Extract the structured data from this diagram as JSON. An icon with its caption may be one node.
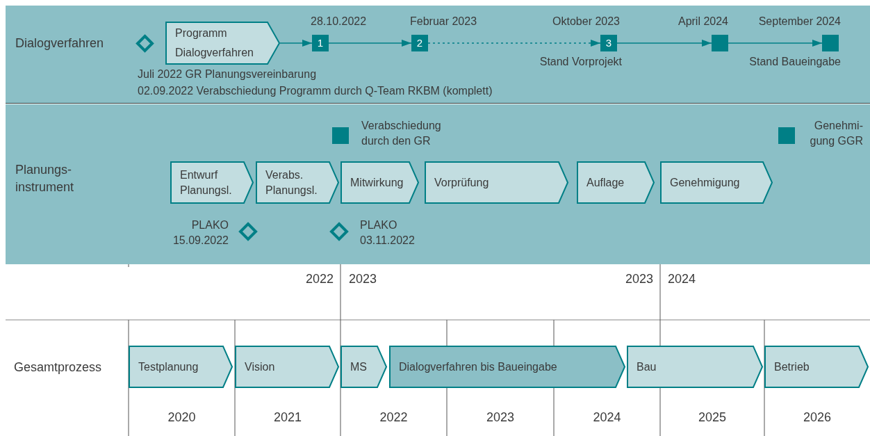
{
  "diagram": {
    "nodes": [
      {
        "text": [
          "Dialogverfahren"
        ]
      },
      {
        "text": [],
        "shape": "diamond",
        "in": 0
      },
      {
        "text": [
          "Programm Dialogverfahren"
        ],
        "in": 0
      },
      {
        "text": [
          "1"
        ],
        "in": 0,
        "beside": [
          "28.10.2022"
        ]
      },
      {
        "text": [
          "2"
        ],
        "in": 0,
        "beside": [
          "Februar 2023"
        ]
      },
      {
        "text": [
          "3"
        ],
        "in": 0,
        "beside": [
          "Oktober 2023",
          "Stand Vorprojekt"
        ]
      },
      {
        "text": [],
        "shape": "box",
        "in": 0,
        "beside": [
          "April 2024"
        ]
      },
      {
        "text": [],
        "shape": "box",
        "in": 0,
        "beside": [
          "September 2024",
          "Stand Baueingabe"
        ]
      },
      {
        "text": [
          "Planungs- instrument"
        ]
      },
      {
        "text": [],
        "shape": "box",
        "in": 8,
        "beside": [
          "Verabschiedung durch den GR"
        ]
      },
      {
        "text": [],
        "shape": "box",
        "in": 8,
        "beside": [
          "Genehmi- gung GGR"
        ]
      },
      {
        "text": [
          "Entwurf Planungsl."
        ],
        "in": 8
      },
      {
        "text": [
          "Verabs. Planungsl."
        ],
        "in": 8
      },
      {
        "text": [
          "Mitwirkung"
        ],
        "in": 8
      },
      {
        "text": [
          "Vorprüfung"
        ],
        "in": 8
      },
      {
        "text": [
          "Auflage"
        ],
        "in": 8
      },
      {
        "text": [
          "Genehmigung"
        ],
        "in": 8
      },
      {
        "text": [],
        "shape": "diamond",
        "in": 8,
        "beside": [
          "PLAKO 15.09.2022"
        ]
      },
      {
        "text": [],
        "shape": "diamond",
        "in": 8,
        "beside": [
          "PLAKO 03.11.2022"
        ]
      },
      {
        "text": [
          "Testplanung"
        ]
      },
      {
        "text": [
          "Vision"
        ]
      },
      {
        "text": [
          "MS"
        ]
      },
      {
        "text": [
          "Dialogverfahren bis Baueingabe"
        ]
      },
      {
        "text": [
          "Bau"
        ]
      },
      {
        "text": [
          "Betrieb"
        ]
      }
    ],
    "edges": [
      {
        "from": 2,
        "to": 3,
        "arrow": "to"
      },
      {
        "from": 3,
        "to": 4,
        "arrow": "to"
      },
      {
        "from": 4,
        "to": 5,
        "arrow": "to",
        "style": "dashed"
      },
      {
        "from": 5,
        "to": 6,
        "arrow": "to"
      },
      {
        "from": 6,
        "to": 7,
        "arrow": "to"
      }
    ],
    "labels": [
      "Juli 2022 GR Planungsvereinbarung",
      "02.09.2022 Verabschiedung Programm durch Q-Team RKBM (komplett)",
      "2022",
      "2023",
      "2023",
      "2024",
      "Gesamtprozess",
      "2020",
      "2021",
      "2022",
      "2023",
      "2024",
      "2025",
      "2026"
    ]
  }
}
